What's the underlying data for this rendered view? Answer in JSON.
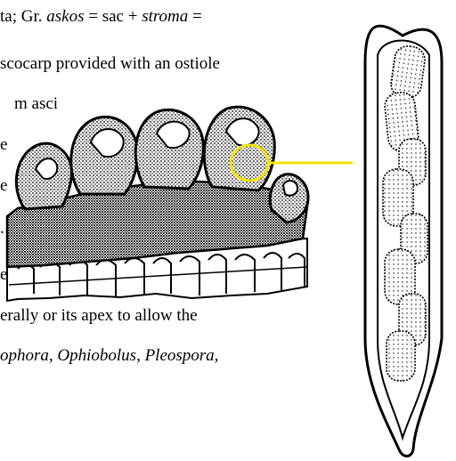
{
  "text": {
    "line1": "ta; Gr. askos = sac + stroma =",
    "line2": "scocarp provided with an ostiole",
    "line3": "m asci",
    "line4": "e",
    "line5": "e",
    "line6": ".",
    "line7": "e",
    "line8": "erally or its apex to allow the",
    "line9": "ophora, Ophiobolus, Pleospora,"
  },
  "colors": {
    "highlight": "#f5e400",
    "ink": "#000000"
  }
}
